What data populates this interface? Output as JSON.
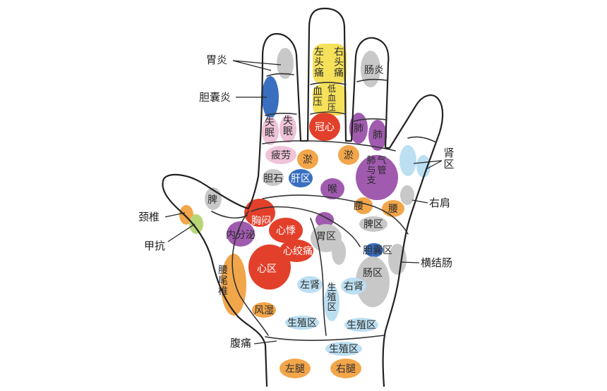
{
  "colors": {
    "yellow": "#f6e15a",
    "blue": "#3a6fc0",
    "pink": "#efc3d8",
    "red": "#e2402b",
    "orange": "#f2a64a",
    "purple": "#a05bae",
    "lightblue": "#bcdff2",
    "gray": "#c8c8c8",
    "green": "#b9d676",
    "outline": "#222222"
  },
  "zones": {
    "left_head": "左头痛",
    "right_head": "右头痛",
    "hypertension": "血压",
    "hypotension": "低血压",
    "enteritis": "肠炎",
    "insomnia_a": "失眠",
    "insomnia_b": "失眠",
    "coronary": "冠心",
    "lung_a": "肺",
    "lung_b": "肺",
    "fatigue": "疲劳",
    "stasis_a": "淤",
    "stasis_b": "淤",
    "gallstone": "胆石",
    "liver": "肝区",
    "throat": "喉",
    "bronchus": "肺与支气管",
    "spleen": "脾",
    "chest_tightness": "胸闷",
    "palpitation": "心悸",
    "endocrine": "内分泌",
    "angina": "心绞痛",
    "heart": "心区",
    "stomach": "胃区",
    "waist_a": "腰",
    "waist_b": "腰",
    "spleen_area": "脾区",
    "gallbladder_area": "胆囊区",
    "intestine_area": "肠区",
    "coccyx_lumbar": "腰尾椎",
    "left_kidney": "左肾",
    "right_kidney": "右肾",
    "reproductive_mid": "生殖区",
    "rheumatism": "风湿",
    "reproductive_left": "生殖区",
    "reproductive_right": "生殖区",
    "reproductive_bottom": "生殖区",
    "left_leg": "左腿",
    "right_leg": "右腿"
  },
  "callouts": {
    "gastritis": "胃炎",
    "cholecystitis": "胆囊炎",
    "cervical": "颈椎",
    "resistance": "甲抗",
    "abdominal_pain": "腹痛",
    "kidney_area": "肾区",
    "right_shoulder": "右肩",
    "transverse_colon": "横结肠"
  }
}
